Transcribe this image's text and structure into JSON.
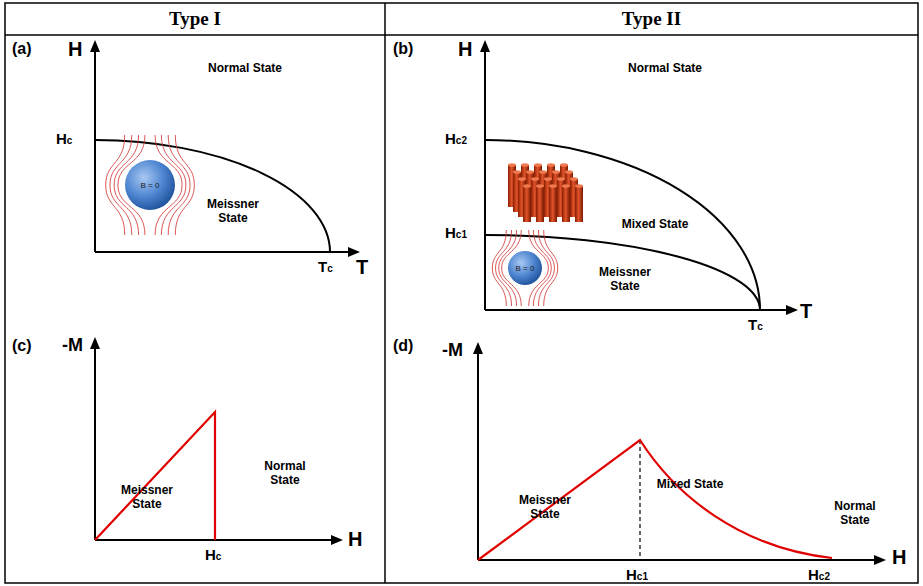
{
  "diagram": {
    "nodes": [
      {
        "text": [
          "Type I"
        ]
      },
      {
        "text": [
          "Type II"
        ]
      },
      {
        "text": [
          "B = 0"
        ]
      },
      {
        "text": [
          "B = 0"
        ]
      }
    ],
    "labels": [
      "(a)",
      "H",
      "Hc",
      "Normal State",
      "Meissner State",
      "Tc",
      "T",
      "(b)",
      "H",
      "Hc2",
      "Normal State",
      "Mixed State",
      "Hc1",
      "Meissner State",
      "Tc",
      "T",
      "(c)",
      "-M",
      "Meissner State",
      "Normal State",
      "Hc",
      "H",
      "(d)",
      "-M",
      "Meissner State",
      "Mixed State",
      "Normal State",
      "Hc1",
      "Hc2",
      "H"
    ]
  }
}
